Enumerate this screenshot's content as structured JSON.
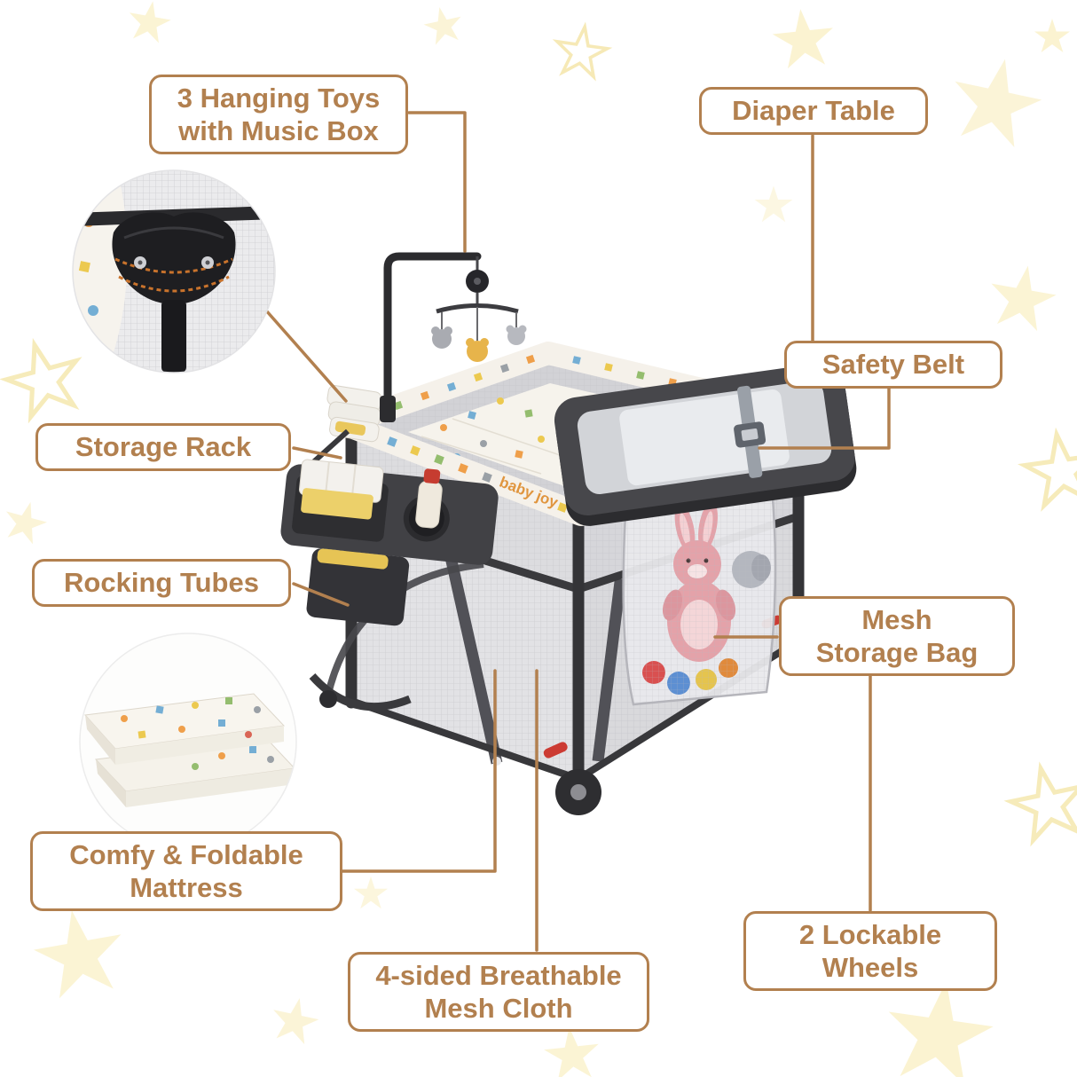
{
  "palette": {
    "accent": "#B2804F",
    "star": "#FAF0C6",
    "frame_dark": "#343437",
    "mesh_gray": "#dcdcdf",
    "plush_pink": "#e4a2a9",
    "lever_red": "#cc3b33"
  },
  "callouts": {
    "hanging_toys": "3 Hanging Toys\nwith Music Box",
    "diaper_table": "Diaper Table",
    "safety_belt": "Safety Belt",
    "storage_rack": "Storage Rack",
    "rocking_tubes": "Rocking Tubes",
    "mesh_storage_bag": "Mesh\nStorage Bag",
    "foldable_mattress": "Comfy & Foldable\nMattress",
    "mesh_cloth": "4-sided Breathable\nMesh Cloth",
    "lockable_wheels": "2 Lockable\nWheels"
  },
  "product": {
    "brand": "baby joy"
  }
}
